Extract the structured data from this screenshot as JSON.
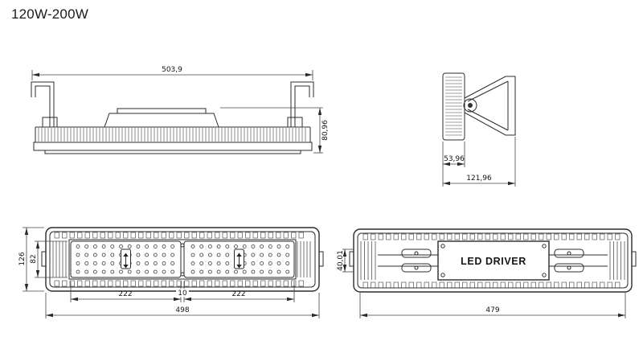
{
  "title": "120W-200W",
  "views": {
    "side": {
      "dim_width": "503,9",
      "dim_height": "80,96"
    },
    "end": {
      "dim_body": "53,96",
      "dim_overall": "121,96"
    },
    "front": {
      "dim_outer_height": "126",
      "dim_module_height": "82",
      "dim_module_left": "222",
      "dim_gap": "10",
      "dim_module_right": "222",
      "dim_total_width": "498"
    },
    "rear": {
      "driver_label": "LED DRIVER",
      "dim_bracket_height": "40,01",
      "dim_inner_width": "479"
    }
  }
}
